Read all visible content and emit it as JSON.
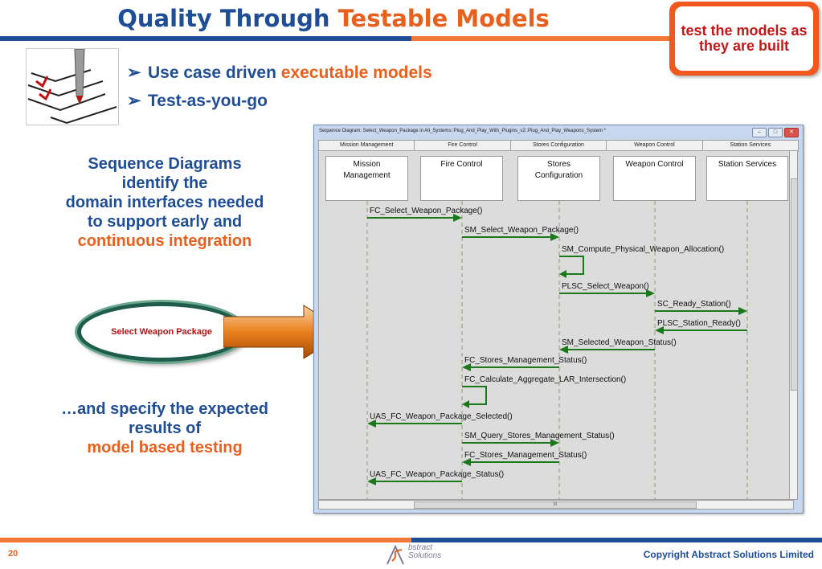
{
  "slide": {
    "title_part1": "Quality Through ",
    "title_part2": "Testable Models",
    "callout": "test the models as they are built",
    "bullets": [
      {
        "text": "Use case driven ",
        "highlight": "executable models"
      },
      {
        "text": "Test-as-you-go",
        "highlight": ""
      }
    ],
    "left_text1": {
      "line1": "Sequence Diagrams",
      "line2": "identify the",
      "line3": "domain interfaces needed",
      "line4": "to support early and",
      "line5_highlight": "continuous integration"
    },
    "oval_label": "Select Weapon Package",
    "left_text2": {
      "line1": "…and specify the expected",
      "line2": "results of",
      "line3_highlight": "model based testing"
    },
    "page_number": "20",
    "logo": {
      "line1": "bstract",
      "line2": "Solutions"
    },
    "copyright": "Copyright Abstract Solutions Limited"
  },
  "window": {
    "title": "Sequence Diagram: Select_Weapon_Package in All_Systems::Plug_And_Play_With_Plugins_v2::Plug_And_Play_Weapons_System *",
    "buttons": {
      "minimize": "–",
      "maximize": "□",
      "close": "✕"
    },
    "column_headers": [
      "Mission Management",
      "Fire Control",
      "Stores Configuration",
      "Weapon Control",
      "Station Services"
    ],
    "lifelines": [
      {
        "label": "Mission\nManagement"
      },
      {
        "label": "Fire Control"
      },
      {
        "label": "Stores\nConfiguration"
      },
      {
        "label": "Weapon Control"
      },
      {
        "label": "Station Services"
      }
    ],
    "messages": [
      {
        "label": "FC_Select_Weapon_Package()",
        "from": 0,
        "to": 1
      },
      {
        "label": "SM_Select_Weapon_Package()",
        "from": 1,
        "to": 2
      },
      {
        "label": "SM_Compute_Physical_Weapon_Allocation()",
        "from": 2,
        "to": 2
      },
      {
        "label": "PLSC_Select_Weapon()",
        "from": 2,
        "to": 3
      },
      {
        "label": "SC_Ready_Station()",
        "from": 3,
        "to": 4
      },
      {
        "label": "PLSC_Station_Ready()",
        "from": 4,
        "to": 3
      },
      {
        "label": "SM_Selected_Weapon_Status()",
        "from": 3,
        "to": 2
      },
      {
        "label": "FC_Stores_Management_Status()",
        "from": 2,
        "to": 1
      },
      {
        "label": "FC_Calculate_Aggregate_LAR_Intersection()",
        "from": 1,
        "to": 1
      },
      {
        "label": "UAS_FC_Weapon_Package_Selected()",
        "from": 1,
        "to": 0
      },
      {
        "label": "SM_Query_Stores_Management_Status()",
        "from": 1,
        "to": 2
      },
      {
        "label": "FC_Stores_Management_Status()",
        "from": 2,
        "to": 1
      },
      {
        "label": "UAS_FC_Weapon_Package_Status()",
        "from": 1,
        "to": 0
      }
    ],
    "scroll_marker": "III",
    "colors": {
      "arrow": "#1a7a1a",
      "lifeline": "#8a9a6a"
    }
  }
}
